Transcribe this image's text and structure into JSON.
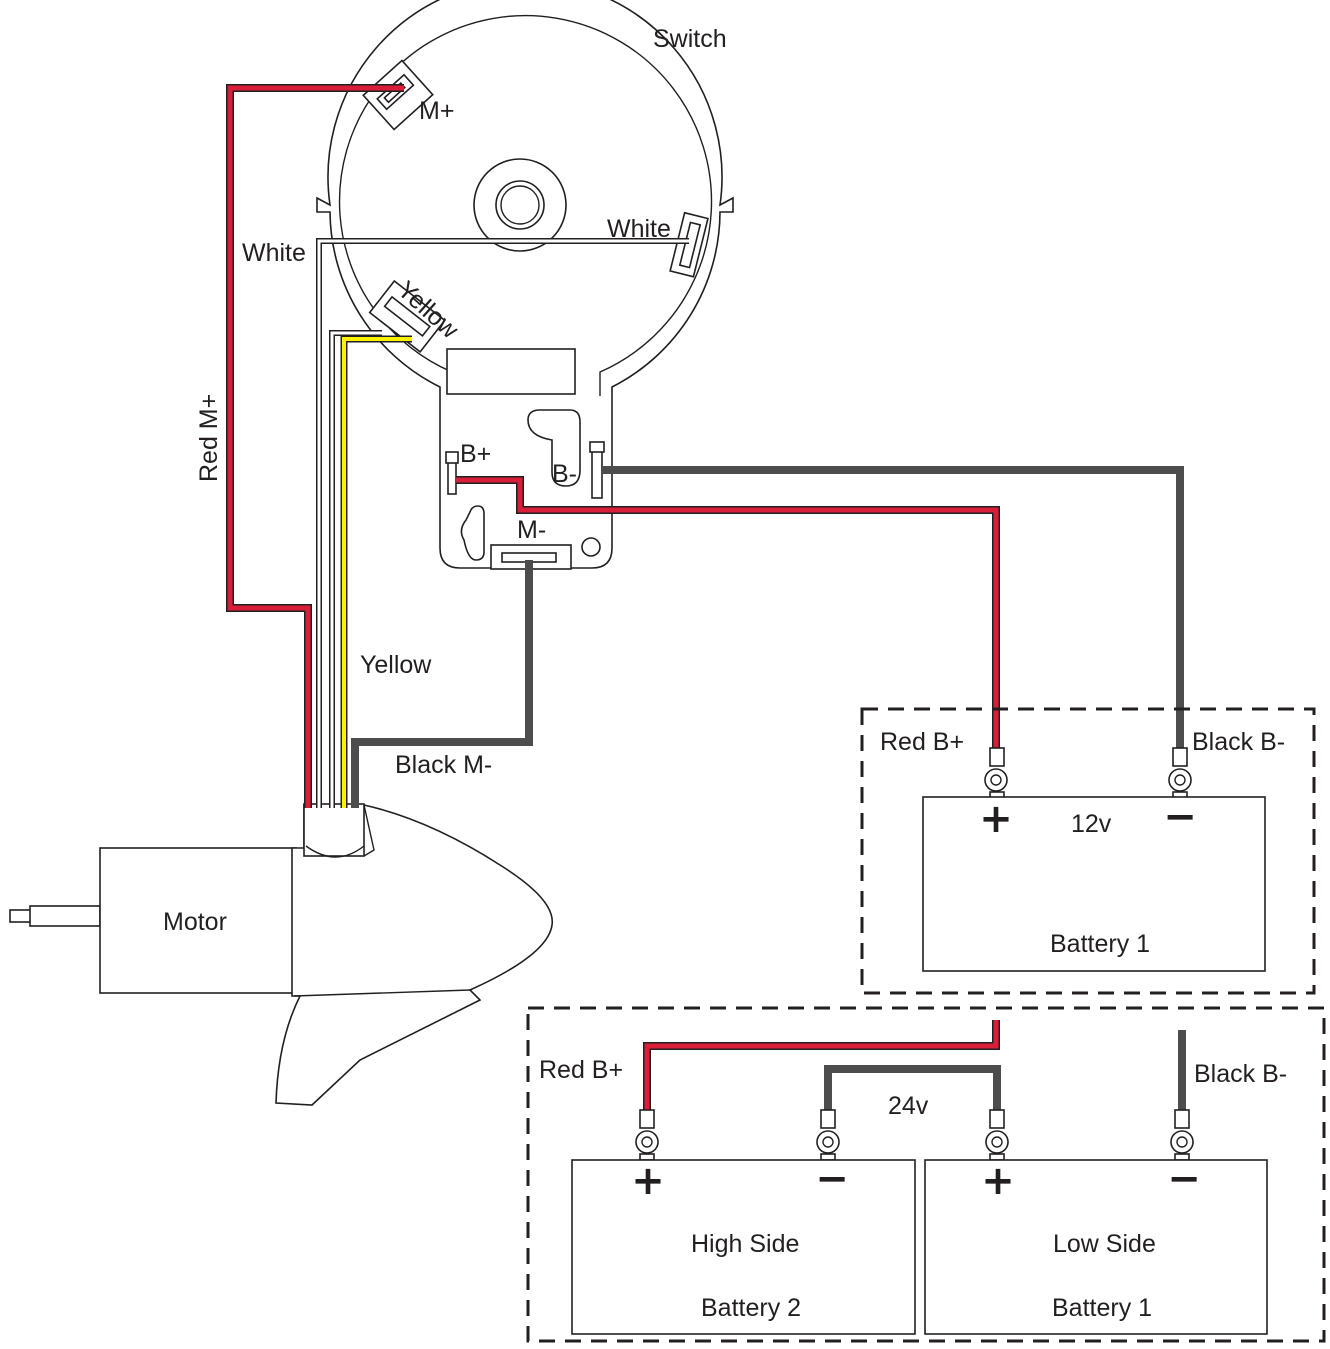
{
  "labels": {
    "switch": "Switch",
    "m_plus": "M+",
    "white_switch": "White",
    "white_left": "White",
    "yellow_switch": "Yellow",
    "b_plus": "B+",
    "b_minus": "B-",
    "m_minus": "M-",
    "red_m_plus": "Red M+",
    "yellow_wire": "Yellow",
    "black_m_minus": "Black M-",
    "motor": "Motor"
  },
  "config_12v": {
    "red_label": "Red B+",
    "black_label": "Black B-",
    "voltage": "12v",
    "battery": "Battery 1",
    "plus": "+",
    "minus": "−"
  },
  "config_24v": {
    "red_label": "Red B+",
    "black_label": "Black B-",
    "voltage": "24v",
    "high_side": "High Side",
    "battery2": "Battery 2",
    "low_side": "Low Side",
    "battery1": "Battery 1",
    "plus": "+",
    "minus": "−"
  },
  "colors": {
    "red": "#d71f3a",
    "black": "#4d4d4d",
    "yellow": "#fff200",
    "line": "#231f20"
  }
}
